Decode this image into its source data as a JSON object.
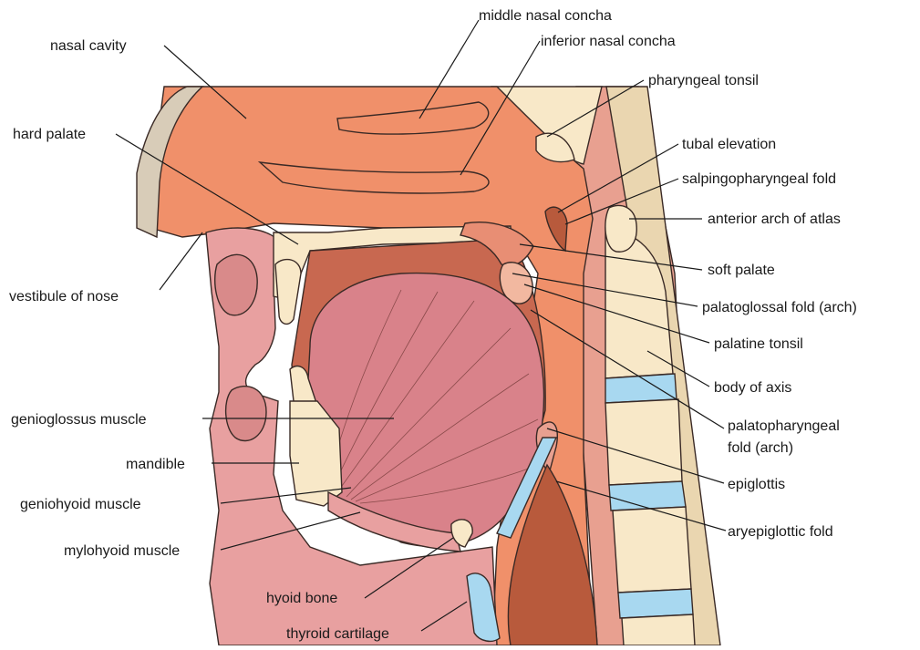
{
  "labels": {
    "nasal_cavity": "nasal cavity",
    "middle_nasal_concha": "middle nasal concha",
    "inferior_nasal_concha": "inferior nasal concha",
    "pharyngeal_tonsil": "pharyngeal tonsil",
    "hard_palate": "hard palate",
    "tubal_elevation": "tubal elevation",
    "salpingopharyngeal_fold": "salpingopharyngeal fold",
    "anterior_arch_of_atlas": "anterior arch of atlas",
    "soft_palate": "soft palate",
    "vestibule_of_nose": "vestibule of nose",
    "palatoglossal_fold": "palatoglossal fold (arch)",
    "palatine_tonsil": "palatine tonsil",
    "body_of_axis": "body of axis",
    "genioglossus_muscle": "genioglossus muscle",
    "palatopharyngeal_fold_line1": "palatopharyngeal",
    "palatopharyngeal_fold_line2": "fold (arch)",
    "mandible": "mandible",
    "epiglottis": "epiglottis",
    "geniohyoid_muscle": "geniohyoid muscle",
    "aryepiglottic_fold": "aryepiglottic fold",
    "mylohyoid_muscle": "mylohyoid muscle",
    "hyoid_bone": "hyoid bone",
    "thyroid_cartilage": "thyroid cartilage"
  },
  "colors": {
    "mucosa": "#f0906a",
    "tongue": "#d9828a",
    "bone": "#f8e8c8",
    "cartilage": "#a8d8f0",
    "skin": "#e8a0a0",
    "deep_red": "#b85a3c"
  }
}
